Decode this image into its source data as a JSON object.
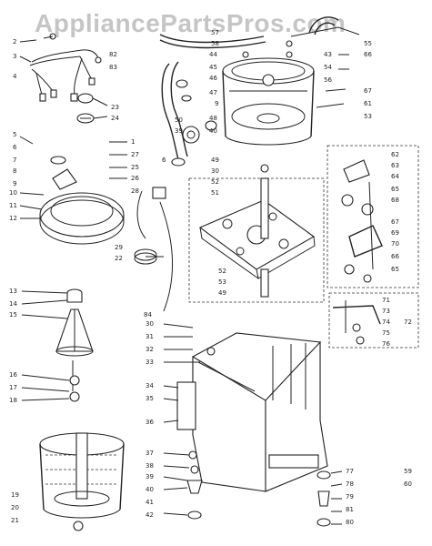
{
  "watermark": "AppliancePartsPros.com",
  "callouts": {
    "c1": "1",
    "c2": "2",
    "c3": "3",
    "c4": "4",
    "c5": "5",
    "c6": "6",
    "c7": "7",
    "c8": "8",
    "c9": "9",
    "c10": "10",
    "c11": "11",
    "c12": "12",
    "c13": "13",
    "c14": "14",
    "c15": "15",
    "c16": "16",
    "c17": "17",
    "c18": "18",
    "c19": "19",
    "c20": "20",
    "c21": "21",
    "c22": "22",
    "c23": "23",
    "c24": "24",
    "c25": "25",
    "c26": "26",
    "c27": "27",
    "c28": "28",
    "c29": "29",
    "c30": "30",
    "c31": "31",
    "c32": "32",
    "c33": "33",
    "c34": "34",
    "c35": "35",
    "c36": "36",
    "c37": "37",
    "c38": "38",
    "c39": "39",
    "c40": "40",
    "c41": "41",
    "c42": "42",
    "c43": "43",
    "c44": "44",
    "c45": "45",
    "c46": "46",
    "c47": "47",
    "c48": "48",
    "c49": "49",
    "c50": "50",
    "c51": "51",
    "c52": "52",
    "c53": "53",
    "c54": "54",
    "c55": "55",
    "c56": "56",
    "c57": "57",
    "c58": "58",
    "c59": "59",
    "c60": "60",
    "c61": "61",
    "c62": "62",
    "c63": "63",
    "c64": "64",
    "c65": "65",
    "c66": "66",
    "c67": "67",
    "c68": "68",
    "c69": "69",
    "c70": "70",
    "c71": "71",
    "c72": "72",
    "c73": "73",
    "c74": "74",
    "c75": "75",
    "c76": "76",
    "c77": "77",
    "c78": "78",
    "c79": "79",
    "c80": "80",
    "c81": "81",
    "c82": "82",
    "c83": "83",
    "c84": "84"
  }
}
